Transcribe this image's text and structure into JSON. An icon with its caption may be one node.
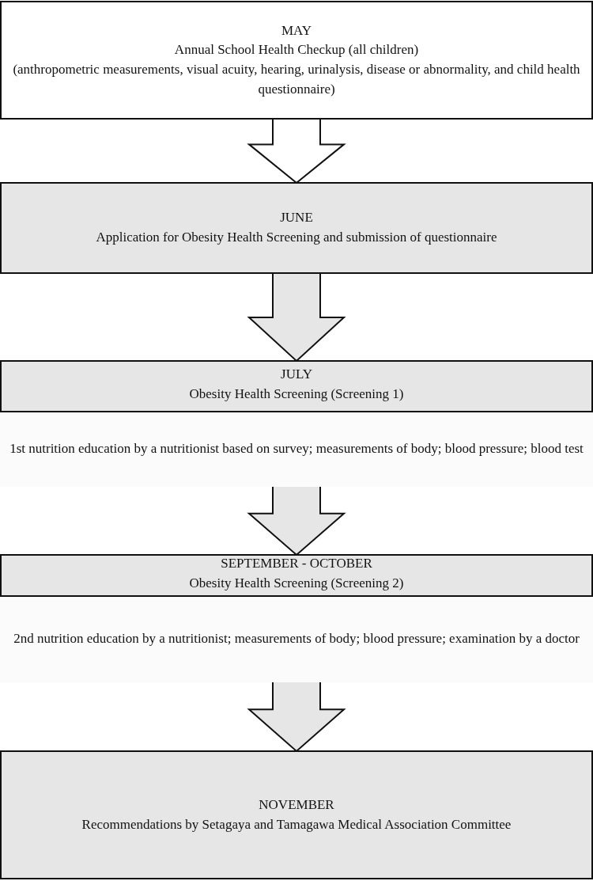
{
  "diagram": {
    "nodes": [
      {
        "text": [
          "MAY",
          "Annual School Health Checkup (all children)",
          "(anthropometric measurements, visual acuity, hearing, urinalysis, disease or abnormality, and child health questionnaire)"
        ]
      },
      {
        "text": [
          "JUNE",
          "Application for Obesity Health Screening and submission of questionnaire"
        ]
      },
      {
        "text": [
          "JULY",
          "Obesity Health Screening (Screening 1)"
        ]
      },
      {
        "text": [
          "1st nutrition education by a nutritionist based on survey; measurements of body; blood pressure; blood test"
        ],
        "in": 2
      },
      {
        "text": [
          "SEPTEMBER - OCTOBER",
          "Obesity Health Screening (Screening 2)"
        ]
      },
      {
        "text": [
          "2nd nutrition education by a nutritionist; measurements of body; blood pressure; examination by a doctor"
        ],
        "in": 4
      },
      {
        "text": [
          "NOVEMBER",
          "Recommendations by Setagaya and Tamagawa Medical Association Committee"
        ]
      }
    ],
    "edges": [
      {
        "from": 0,
        "to": 1,
        "arrow": "to",
        "color": "#ffffff"
      },
      {
        "from": 1,
        "to": 2,
        "arrow": "to"
      },
      {
        "from": 2,
        "to": 4,
        "arrow": "to"
      },
      {
        "from": 4,
        "to": 6,
        "arrow": "to"
      }
    ]
  }
}
